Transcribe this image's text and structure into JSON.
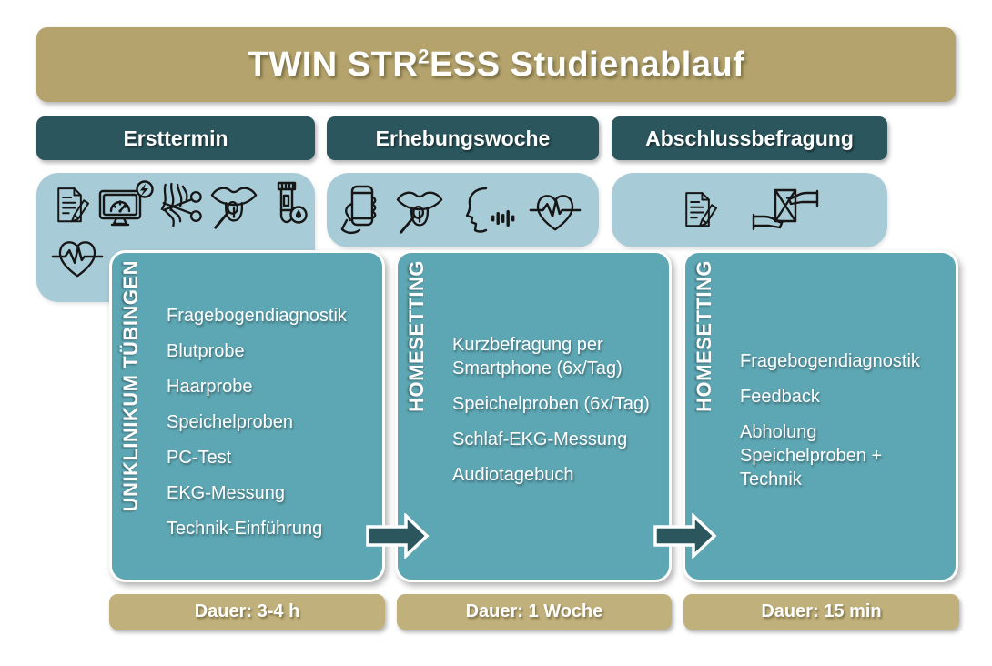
{
  "title": {
    "prefix": "TWIN STR",
    "superscript": "2",
    "suffix": "ESS Studienablauf"
  },
  "colors": {
    "banner_gold": "#b4a36c",
    "duration_gold": "#c0b07b",
    "header_teal": "#2b565e",
    "panel_blue": "#a8ccd7",
    "card_teal": "#5da6b3",
    "arrow_teal": "#2b565e",
    "text": "#ffffff"
  },
  "columns": [
    {
      "header": "Ersttermin",
      "icons": [
        "questionnaire-icon",
        "pc-test-icon",
        "hair-sample-icon",
        "saliva-sample-icon",
        "blood-sample-icon",
        "ecg-heart-icon"
      ],
      "side_label": "UNIKLINIKUM TÜBINGEN",
      "items": [
        "Fragebogendiagnostik",
        "Blutprobe",
        "Haarprobe",
        "Speichelproben",
        "PC-Test",
        "EKG-Messung",
        "Technik-Einführung"
      ],
      "duration": "Dauer: 3-4 h"
    },
    {
      "header": "Erhebungswoche",
      "icons": [
        "smartphone-hand-icon",
        "saliva-sample-icon",
        "voice-diary-icon",
        "ecg-heart-icon"
      ],
      "side_label": "HOMESETTING",
      "items": [
        "Kurzbefragung per Smartphone (6x/Tag)",
        "Speichelproben (6x/Tag)",
        "Schlaf-EKG-Messung",
        "Audiotagebuch"
      ],
      "duration": "Dauer: 1 Woche"
    },
    {
      "header": "Abschlussbefragung",
      "icons": [
        "questionnaire-icon",
        "handover-icon"
      ],
      "side_label": "HOMESETTING",
      "items": [
        "Fragebogendiagnostik",
        "Feedback",
        "Abholung Speichelproben + Technik"
      ],
      "duration": "Dauer: 15 min"
    }
  ]
}
